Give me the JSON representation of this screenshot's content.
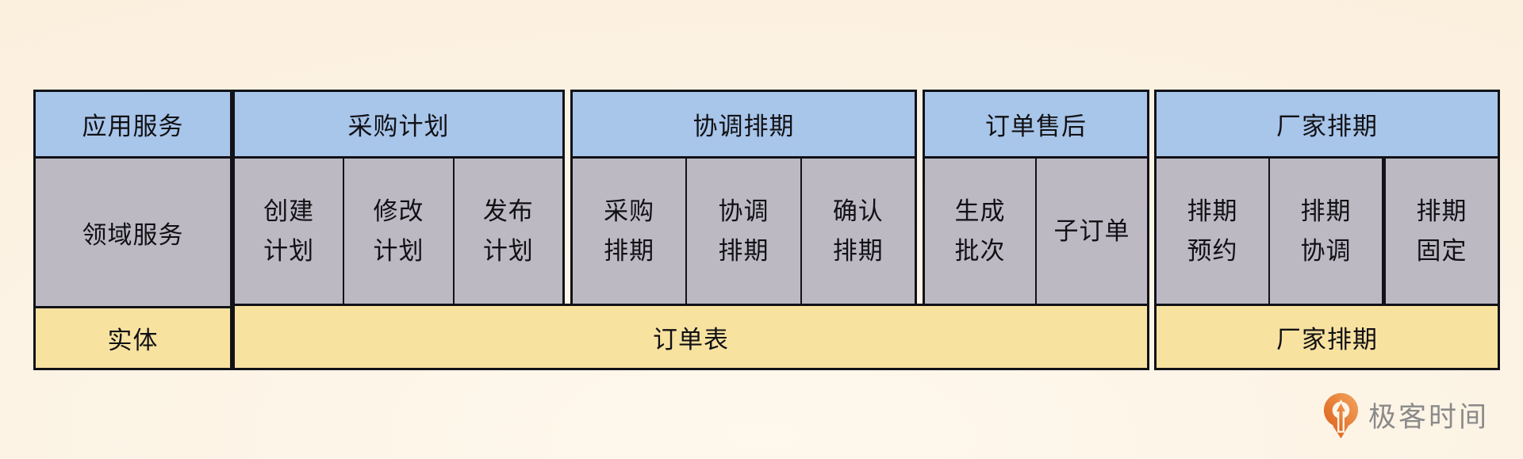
{
  "table": {
    "label_column": {
      "app_service": "应用服务",
      "domain_service": "领域服务",
      "entity": "实体"
    },
    "groups": [
      {
        "header": "采购计划",
        "cells": [
          "创建\n计划",
          "修改\n计划",
          "发布\n计划"
        ]
      },
      {
        "header": "协调排期",
        "cells": [
          "采购\n排期",
          "协调\n排期",
          "确认\n排期"
        ]
      },
      {
        "header": "订单售后",
        "cells": [
          "生成\n批次",
          "子订单"
        ]
      },
      {
        "header": "厂家排期",
        "cells": [
          "排期\n预约",
          "排期\n协调",
          "排期\n固定"
        ]
      }
    ],
    "entities": [
      {
        "label": "订单表"
      },
      {
        "label": "厂家排期"
      }
    ]
  },
  "branding": {
    "logo_text": "极客时间",
    "logo_icon": "geektime-pin-arrow"
  },
  "colors": {
    "header_fill": "#a8c5ea",
    "service_fill": "#bcb9c3",
    "entity_fill": "#f8e2a0",
    "border": "#121217",
    "logo_orange": "#e4661c",
    "logo_text_gray": "#8a8a8a"
  }
}
